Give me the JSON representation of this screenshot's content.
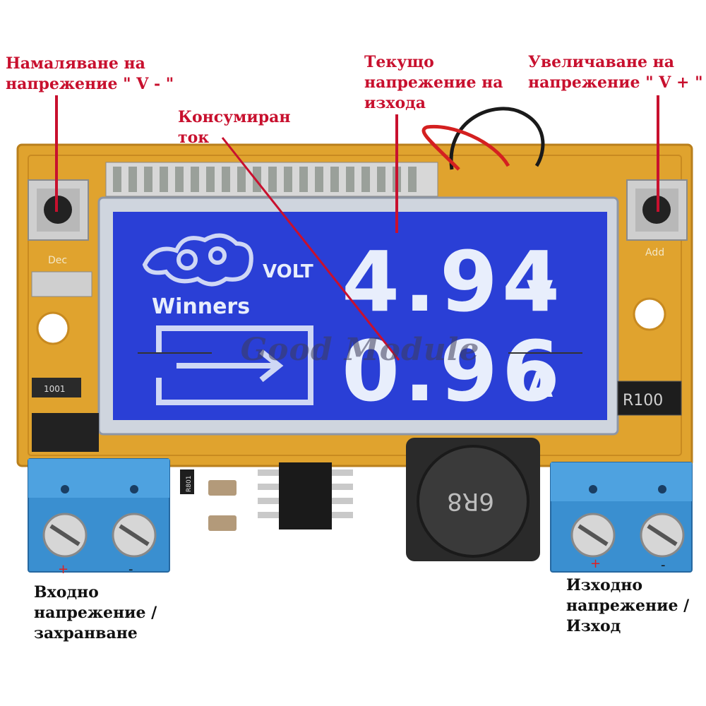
{
  "labels": {
    "dec_voltage": "Намаляване на\nнапрежение \" V - \"",
    "inc_voltage": "Увеличаване на\nнапрежение \" V + \"",
    "output_voltage_now": "Текущо\nнапрежение на\nизхода",
    "consumed_current": "Консумиран\nток",
    "input": "Входно\nнапрежение /\nзахранване",
    "output": "Изходно\nнапрежение /\nИзход"
  },
  "lcd": {
    "voltage_value": "4.94",
    "voltage_unit": "V",
    "current_value": "0.96",
    "current_unit": "A",
    "brand": "Winners",
    "mode": "VOLT"
  },
  "board_marks": {
    "button_left": "Dec",
    "button_right": "Add",
    "resistor_shunt": "R100",
    "resistor_small": "1001",
    "resistor_r801": "R801",
    "inductor": "6R8",
    "terminal_in_plus": "+",
    "terminal_in_minus": "-",
    "terminal_out_plus": "+",
    "terminal_out_minus": "-"
  },
  "watermark": "Good Module",
  "colors": {
    "label_red": "#c8102e",
    "pcb": "#e0a32e",
    "lcd_blue": "#2a3fd6",
    "terminal_blue": "#3a8fd0"
  }
}
